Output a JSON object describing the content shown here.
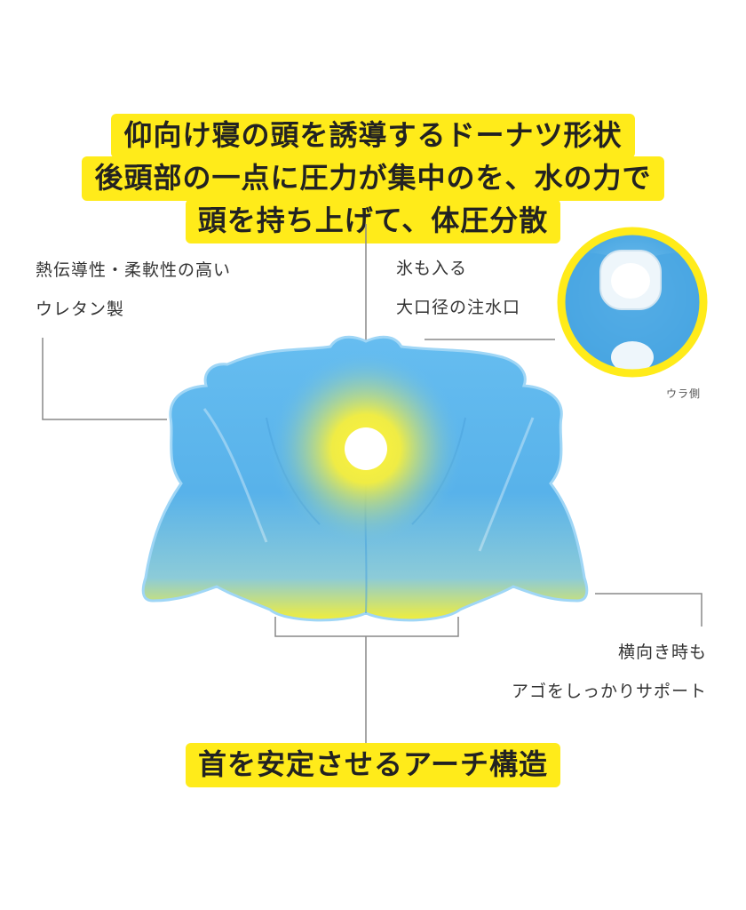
{
  "headline_top": {
    "lines": [
      "仰向け寝の頭を誘導するドーナツ形状",
      "後頭部の一点に圧力が集中のを、水の力で",
      "頭を持ち上げて、体圧分散"
    ]
  },
  "labels": {
    "material": [
      "熱伝導性・柔軟性の高い",
      "ウレタン製"
    ],
    "inlet": [
      "氷も入る",
      "大口径の注水口"
    ],
    "inlet_caption": "ウラ側",
    "side": [
      "横向き時も",
      "アゴをしっかりサポート"
    ]
  },
  "headline_bottom": "首を安定させるアーチ構造",
  "colors": {
    "highlight": "#ffeb1a",
    "pillow_blue": "#5bb4ea",
    "pillow_yellow": "#f2ee3a",
    "leader_line": "#888888"
  }
}
